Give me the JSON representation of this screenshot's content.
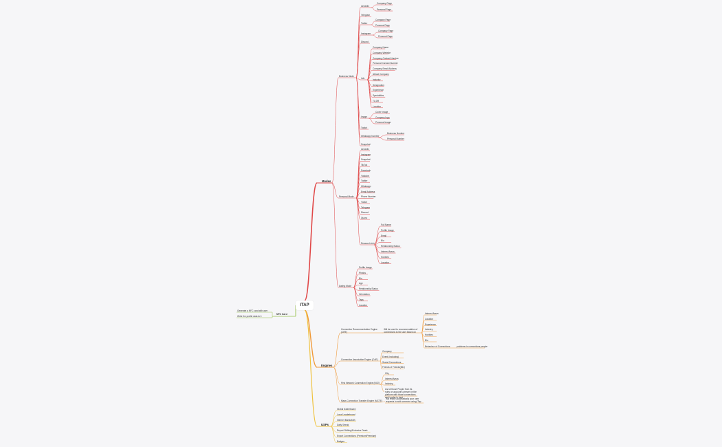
{
  "root": "ITAP",
  "nfc": {
    "title": "NFC Card",
    "items": [
      "Generate a NFC card with user",
      "Write the profile data to it"
    ]
  },
  "modes": {
    "title": "Modes",
    "business": {
      "title": "Business Mode",
      "linkedin": {
        "title": "LinkedIn",
        "children": [
          "Company Page",
          "Personal Page"
        ]
      },
      "telegram": "Telegram",
      "twitter": {
        "title": "Twitter",
        "children": [
          "Company Page",
          "Personal Page"
        ]
      },
      "instagram": {
        "title": "Instagram",
        "children": [
          "Company Page",
          "Personal Page"
        ]
      },
      "discord": "Discord",
      "info": {
        "title": "Info",
        "children": [
          "Company Name",
          "Company Website",
          "Company Contact Number",
          "Personal Contact Number",
          "Company Email Address",
          "Attract Company",
          "Industry",
          "Designation",
          "Experience",
          "Specialities",
          "TL;DR",
          "Location"
        ]
      },
      "image": {
        "title": "Image",
        "children": [
          "Cover Image",
          "Company logo",
          "Personal Image"
        ]
      },
      "twitch": "Twitch",
      "whatsapp": {
        "title": "Whatsapp Number",
        "children": [
          "Business Number",
          "Personal Number"
        ]
      },
      "snapchat": "Snapchat"
    },
    "personal": {
      "title": "Personal Mode",
      "items": [
        "LinkedIn",
        "Instagram",
        "Snapchat",
        "TikTok",
        "Facebook",
        "Youtube",
        "Twitter",
        "Whatsapp",
        "Email Address",
        "Phone Number",
        "Twitch",
        "Telegram",
        "Discord",
        "Quora"
      ],
      "research": {
        "title": "Research Info",
        "children": [
          "Full Name",
          "Profile Image",
          "Email",
          "Bio",
          "Relationship Status",
          "Interest Areas",
          "Hobbies",
          "Location"
        ]
      }
    },
    "dating": {
      "title": "Dating Mode",
      "items": [
        "Profile Image",
        "Photos",
        "Bio",
        "Age",
        "Relationship Status",
        "Orientation",
        "Tags",
        "Location"
      ]
    }
  },
  "engines": {
    "title": "Engines",
    "e1": {
      "title": "Connection Recommendation Engine (CRE)",
      "desc": "Will be used to recommendation of connections to the user based on",
      "children": [
        "Interest Areas",
        "Location",
        "Experience",
        "Industry",
        "Hobbies",
        "Bio"
      ],
      "behaviour": "Behaviour of Connections",
      "behaviour_note": "problems in connections people"
    },
    "e2": {
      "title": "Connection Association Engine (CAE)",
      "children": [
        "Company",
        "Event (Including)",
        "Social Connections",
        "Friends of Friends(Mix)"
      ]
    },
    "e3": {
      "title": "Find Network Connection Engine (NCE)",
      "children": [
        "City",
        "Interest Areas",
        "Industry",
        "List of those People from its rules on account's present in the platform with those connections we'd prefer to best"
      ]
    },
    "e4": {
      "title": "Mass Connection Transfer Engine (MCTE)",
      "desc": "Will entitle automatically your user requests to add someone using ITap"
    }
  },
  "usps": {
    "title": "USPs",
    "items": [
      "Global leaderboard",
      "Local Leaderboard",
      "Internet Bandwidth",
      "Daily Streak",
      "Report Shifting/Exclusive Deals",
      "Export Connections (Premium/Premium)",
      "Badges"
    ]
  }
}
